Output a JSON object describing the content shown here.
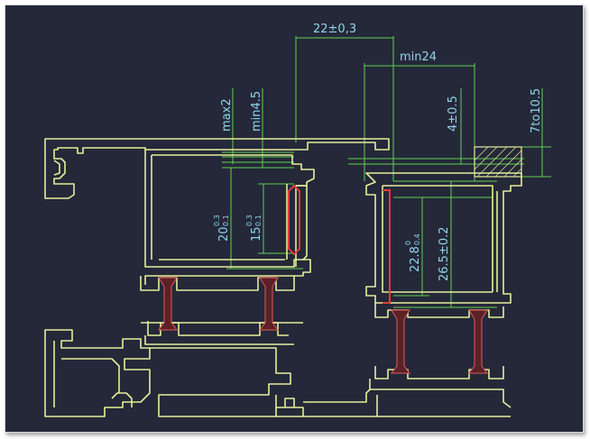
{
  "drawing": {
    "dimensions": {
      "top_width": "22±0,3",
      "min_width": "min24",
      "max_gap": "max2",
      "min_overlap": "min4.5",
      "tol_a": "4±0.5",
      "tol_range": "7to10.5",
      "left_height": {
        "base": "20",
        "sup": "0.3",
        "sub": "0.1"
      },
      "left_inner": {
        "base": "15",
        "sup": "0.3",
        "sub": "0.1"
      },
      "right_inner": {
        "base": "22.8",
        "sup": "0",
        "sub": "0.4"
      },
      "right_height": "26.5±0.2"
    },
    "colors": {
      "background": "#242839",
      "profile": "#e6ee9a",
      "dimension": "#5fd14f",
      "dimension_text": "#8fd6ea",
      "seal": "#e23a3a"
    }
  }
}
